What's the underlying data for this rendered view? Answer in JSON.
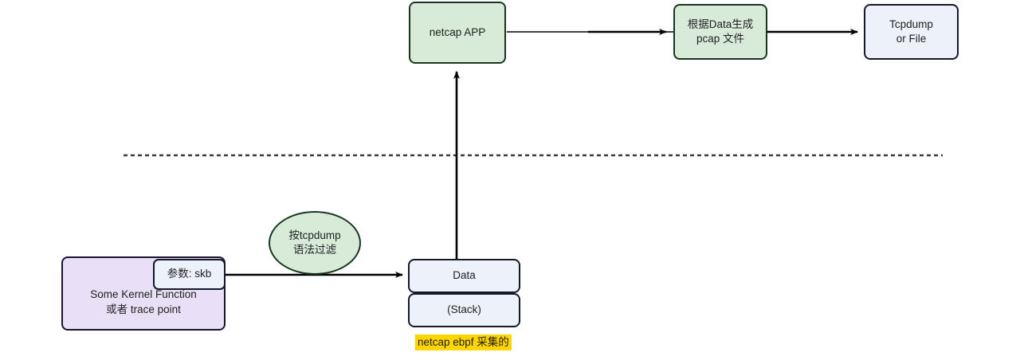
{
  "diagram": {
    "title": "netcap ebpf packet capture flow",
    "colors": {
      "green_fill": "#d7ebd8",
      "green_stroke": "#17361d",
      "blue_fill": "#edf1fa",
      "blue_stroke": "#14182b",
      "purple_fill": "#e9dff7",
      "purple_stroke": "#1b1430",
      "edge_stroke": "#000000",
      "highlight": "#ffd500",
      "background": "#ffffff"
    },
    "nodes": {
      "netcap_app": {
        "label": "netcap APP",
        "shape": "rounded-rect",
        "fill": "green"
      },
      "gen_pcap": {
        "label": "根据Data生成\npcap 文件",
        "shape": "rounded-rect",
        "fill": "green"
      },
      "tcpdump_or_file": {
        "label": "Tcpdump\nor File",
        "shape": "rounded-rect",
        "fill": "blue"
      },
      "filter_ellipse": {
        "label": "按tcpdump\n语法过滤",
        "shape": "ellipse",
        "fill": "green"
      },
      "kernel_function": {
        "label": "Some Kernel Function\n或者 trace point",
        "shape": "rounded-rect",
        "fill": "purple"
      },
      "param_skb": {
        "label": "参数: skb",
        "shape": "rounded-rect",
        "fill": "blue"
      },
      "data_box": {
        "label": "Data",
        "shape": "rounded-rect",
        "fill": "blue"
      },
      "stack_box": {
        "label": "(Stack)",
        "shape": "rounded-rect",
        "fill": "blue"
      }
    },
    "annotations": {
      "ebpf_caption": "netcap ebpf 采集的"
    },
    "edges": [
      {
        "from": "netcap_app",
        "to": "gen_pcap",
        "direction": "right",
        "style": "solid-arrow"
      },
      {
        "from": "gen_pcap",
        "to": "tcpdump_or_file",
        "direction": "right",
        "style": "solid-arrow"
      },
      {
        "from": "data_box",
        "to": "netcap_app",
        "direction": "up",
        "style": "solid-arrow"
      },
      {
        "from": "param_skb",
        "to": "data_box",
        "direction": "right",
        "style": "solid-arrow"
      }
    ],
    "separator": {
      "style": "dashed-horizontal",
      "meaning": "user-space / kernel-space boundary"
    }
  }
}
